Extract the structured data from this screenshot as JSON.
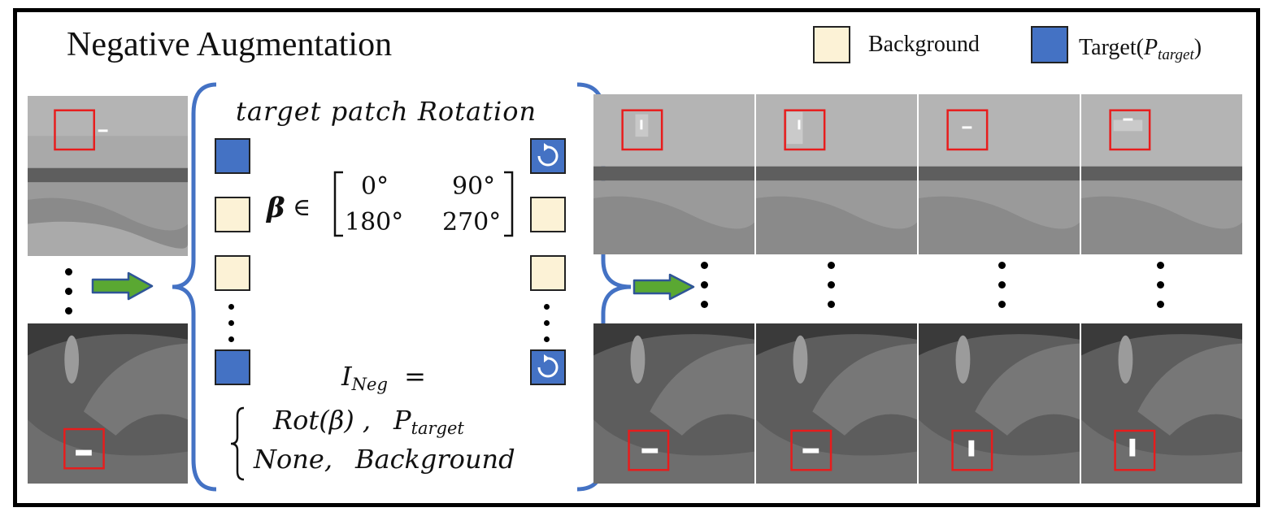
{
  "title": "Negative Augmentation",
  "legend": [
    {
      "label": "Background",
      "color": "#fcf2d6"
    },
    {
      "label": "Target(",
      "sym": "P",
      "sub": "target",
      "close": ")",
      "color": "#4472c4"
    }
  ],
  "center": {
    "heading": "target patch Rotation",
    "beta_symbol": "β",
    "in_symbol": "∈",
    "matrix": {
      "r1c1": "0°",
      "r1c2": "90°",
      "r2c1": "180°",
      "r2c2": "270°"
    },
    "eq": {
      "lhs": "I",
      "lhs_sub": "Neg",
      "equals": "="
    },
    "case1": {
      "f": "Rot(β) ,",
      "p": "P",
      "p_sub": "target"
    },
    "case2": {
      "a": "None,",
      "b": "Background"
    }
  },
  "colors": {
    "target": "#4472c4",
    "background": "#fcf2d6",
    "box": "#e81c1c",
    "arrow": "#5aa832",
    "brace": "#4472c4"
  }
}
